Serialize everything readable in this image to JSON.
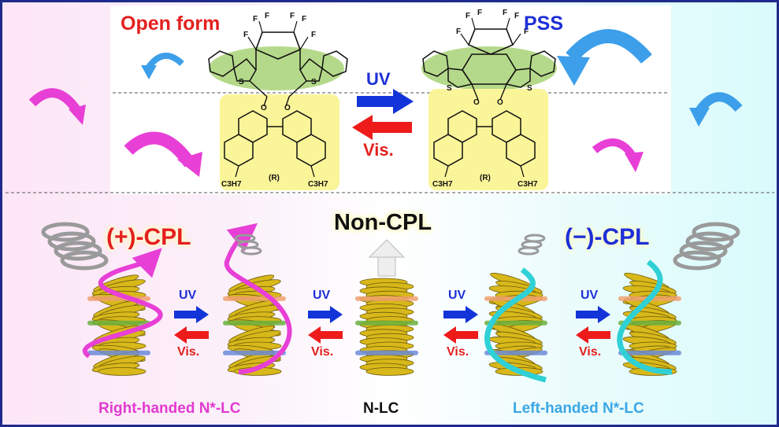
{
  "top": {
    "open_form": "Open form",
    "pss": "PSS",
    "uv": "UV",
    "vis": "Vis.",
    "fluorine": "F",
    "sulfur": "S",
    "oxygen": "O",
    "propyl": "C3H7",
    "chirality": "(R)"
  },
  "bottom": {
    "plus_cpl": "(+)-CPL",
    "minus_cpl": "(−)-CPL",
    "non_cpl": "Non-CPL",
    "uv": "UV",
    "vis": "Vis.",
    "right_handed": "Right-handed N*-LC",
    "n_lc": "N-LC",
    "left_handed": "Left-handed N*-LC"
  },
  "colors": {
    "uv_arrow": "#1234d8",
    "vis_arrow": "#ee1b1b",
    "magenta": "#e83fd6",
    "sky": "#3d9fea",
    "helix_cyan": "#2fd0d6",
    "lc_gold": "#d8b81a"
  }
}
